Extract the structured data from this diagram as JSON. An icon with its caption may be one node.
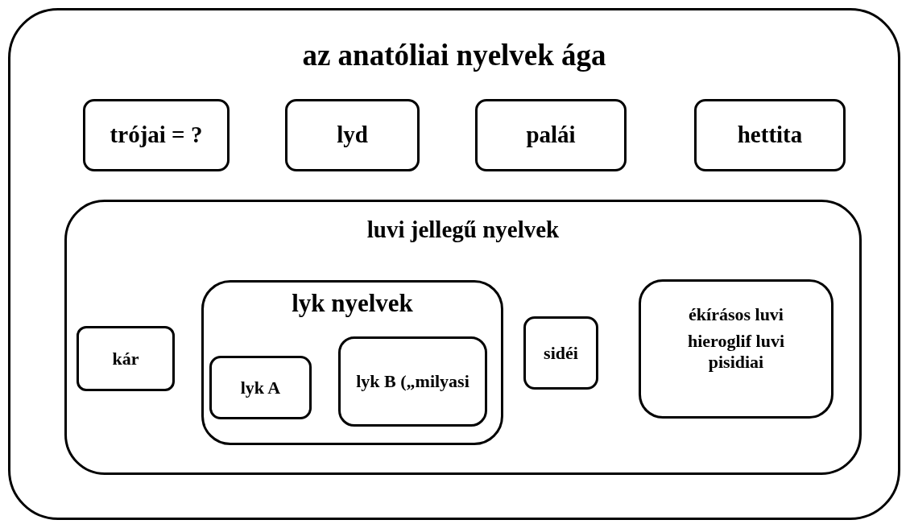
{
  "diagram": {
    "nodes": [
      {
        "text": [
          "az anatóliai nyelvek ága"
        ]
      },
      {
        "text": [
          "trójai = ?"
        ],
        "in": 0
      },
      {
        "text": [
          "lyd"
        ],
        "in": 0
      },
      {
        "text": [
          "palái"
        ],
        "in": 0
      },
      {
        "text": [
          "hettita"
        ],
        "in": 0
      },
      {
        "text": [
          "luvi jellegű nyelvek"
        ],
        "in": 0
      },
      {
        "text": [
          "kár"
        ],
        "in": 5
      },
      {
        "text": [
          "lyk nyelvek"
        ],
        "in": 5
      },
      {
        "text": [
          "lyk A"
        ],
        "in": 7
      },
      {
        "text": [
          "lyk B („milyasi"
        ],
        "in": 7
      },
      {
        "text": [
          "sidéi"
        ],
        "in": 5
      },
      {
        "text": [
          "ékírásos luvi",
          "hieroglif luvi",
          "pisidiai"
        ],
        "in": 5
      }
    ]
  }
}
